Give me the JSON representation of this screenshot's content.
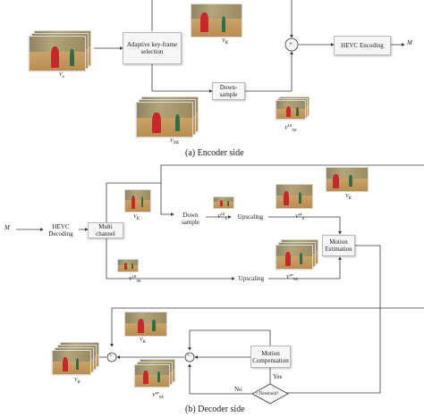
{
  "encoder": {
    "label_vo": "V",
    "label_vo_sub": "o",
    "label_vk": "V",
    "label_vk_sub": "K",
    "label_vnk": "V",
    "label_vnk_sub": "NK",
    "label_vnk_lr": "V",
    "label_vnk_lr_sub": "NK",
    "label_vnk_lr_sup": "LR",
    "adaptive_box": "Adaptive key-frame selection",
    "downsample_box": "Down-sample",
    "hevc_box": "HEVC Encoding",
    "sum_symbol": "+",
    "output_label": "M",
    "caption": "(a) Encoder side"
  },
  "decoder": {
    "input_label": "M",
    "hevc_box": "HEVC Decoding",
    "multi_channel_box": "Multi channel",
    "down_sample_box": "Down sample",
    "upscaling_top": "Upscaling",
    "upscaling_bottom": "Upscaling",
    "motion_estimation_box": "Motion Estimation",
    "motion_compensation_box": "Motion Compensation",
    "threshold_diamond": "<Threshold?",
    "yes_label": "Yes",
    "no_label": "No",
    "label_vk": "V",
    "label_vk_sub": "K",
    "label_vk_lr": "V",
    "label_vk_lr_sub": "K",
    "label_vk_lr_sup": "LR",
    "label_vk_up": "V",
    "label_vk_up_sub": "K",
    "label_vk_up_sup": "up",
    "label_vk_top": "V",
    "label_vk_top_sub": "K",
    "label_vnk_lr": "V",
    "label_vnk_lr_sub": "NK",
    "label_vnk_lr_sup": "LR",
    "label_vnk_up": "V",
    "label_vnk_up_sub": "NK",
    "label_vnk_up_sup": "up",
    "label_vk_mc": "V",
    "label_vk_mc_sub": "K",
    "label_vnk_sr": "V",
    "label_vnk_sr_sub": "NK",
    "label_vnk_sr_sup": "up",
    "label_vr": "V",
    "label_vr_sub": "R",
    "sum_symbol": "+",
    "caption": "(b) Decoder side"
  },
  "colors": {
    "line": "#3a3a3a",
    "box_fill": "#f6f6f6",
    "box_border": "#b9b9b9",
    "player_red": "#c8262a",
    "player_green": "#2e6d45",
    "floor": "#c9a36a"
  }
}
